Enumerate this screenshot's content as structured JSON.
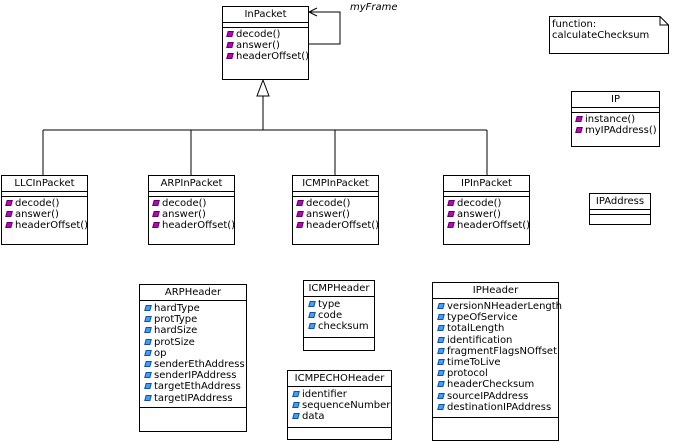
{
  "classes": {
    "inpacket": {
      "name": "InPacket",
      "ops": [
        "decode()",
        "answer()",
        "headerOffset()"
      ]
    },
    "llcinpacket": {
      "name": "LLCInPacket",
      "ops": [
        "decode()",
        "answer()",
        "headerOffset()"
      ]
    },
    "arpinpacket": {
      "name": "ARPInPacket",
      "ops": [
        "decode()",
        "answer()",
        "headerOffset()"
      ]
    },
    "icmpinpacket": {
      "name": "ICMPInPacket",
      "ops": [
        "decode()",
        "answer()",
        "headerOffset()"
      ]
    },
    "ipinpacket": {
      "name": "IPInPacket",
      "ops": [
        "decode()",
        "answer()",
        "headerOffset()"
      ]
    },
    "ip": {
      "name": "IP",
      "ops": [
        "instance()",
        "myIPAddress()"
      ]
    },
    "ipaddress": {
      "name": "IPAddress"
    },
    "arpheader": {
      "name": "ARPHeader",
      "attrs": [
        "hardType",
        "protType",
        "hardSize",
        "protSize",
        "op",
        "senderEthAddress",
        "senderIPAddress",
        "targetEthAddress",
        "targetIPAddress"
      ]
    },
    "icmpheader": {
      "name": "ICMPHeader",
      "attrs": [
        "type",
        "code",
        "checksum"
      ]
    },
    "icmpechoheader": {
      "name": "ICMPECHOHeader",
      "attrs": [
        "identifier",
        "sequenceNumber",
        "data"
      ]
    },
    "ipheader": {
      "name": "IPHeader",
      "attrs": [
        "versionNHeaderLength",
        "typeOfService",
        "totalLength",
        "identification",
        "fragmentFlagsNOffset",
        "timeToLive",
        "protocol",
        "headerChecksum",
        "sourceIPAddress",
        "destinationIPAddress"
      ]
    }
  },
  "self_association": {
    "label": "myFrame"
  },
  "note": {
    "line1": "function:",
    "line2": "calculateChecksum"
  }
}
